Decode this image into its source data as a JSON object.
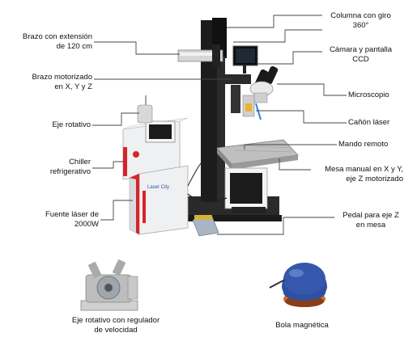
{
  "labels": {
    "columna": [
      "Columna con giro",
      "360°"
    ],
    "camara": [
      "Cámara y pantalla",
      "CCD"
    ],
    "microscopio": "Microscopio",
    "canon": "Cañón láser",
    "mando": "Mando remoto",
    "mesa": [
      "Mesa manual en X y Y,",
      "eje Z motorizado"
    ],
    "pedal": [
      "Pedal para eje Z",
      "en mesa"
    ],
    "brazo_ext": [
      "Brazo con extensión",
      "de 120 cm"
    ],
    "brazo_mot": [
      "Brazo motorizado",
      "en X, Y y Z"
    ],
    "eje_rot": "Eje rotativo",
    "chiller": [
      "Chiller",
      "refrigerativo"
    ],
    "fuente": [
      "Fuente láser de",
      "2000W"
    ],
    "eje_reg": [
      "Eje rotativo con regulador",
      "de velocidad"
    ],
    "bola": "Bola magnética"
  },
  "brand": "Laser City",
  "colors": {
    "machine_dark": "#1c1c1c",
    "cabinet_white": "#eef0f2",
    "accent_red": "#d8232a",
    "sphere_blue": "#2f4fa0",
    "sphere_base": "#d9682b",
    "line": "#444444"
  }
}
